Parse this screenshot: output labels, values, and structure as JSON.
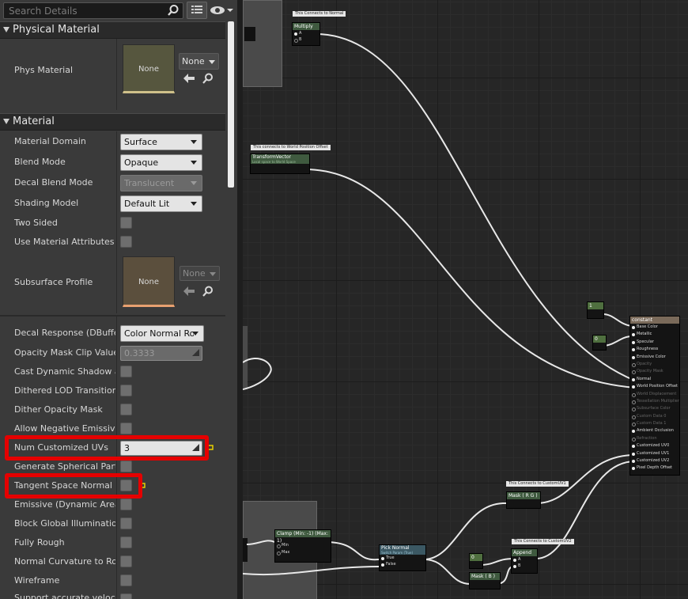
{
  "details": {
    "search_placeholder": "Search Details",
    "icons": {
      "search": "magnifier-icon",
      "list": "list-view-icon",
      "eye": "eye-visibility-icon"
    },
    "categories": {
      "physical_material": {
        "label": "Physical Material",
        "phys_material": {
          "label": "Phys Material",
          "thumb": "None",
          "combo": "None"
        }
      },
      "material": {
        "label": "Material",
        "rows": [
          {
            "label": "Material Domain",
            "value": "Surface"
          },
          {
            "label": "Blend Mode",
            "value": "Opaque"
          },
          {
            "label": "Decal Blend Mode",
            "value": "Translucent"
          },
          {
            "label": "Shading Model",
            "value": "Default Lit"
          },
          {
            "label": "Two Sided"
          },
          {
            "label": "Use Material Attributes"
          },
          {
            "label": "Subsurface Profile",
            "thumb": "None",
            "combo": "None"
          },
          {
            "label": "Decal Response (DBuffer)",
            "value": "Color Normal Rou"
          },
          {
            "label": "Opacity Mask Clip Value",
            "value": "0.3333"
          },
          {
            "label": "Cast Dynamic Shadow as"
          },
          {
            "label": "Dithered LOD Transition"
          },
          {
            "label": "Dither Opacity Mask"
          },
          {
            "label": "Allow Negative Emissive C"
          },
          {
            "label": "Num Customized UVs",
            "value": "3"
          },
          {
            "label": "Generate Spherical Partic"
          },
          {
            "label": "Tangent Space Normal"
          },
          {
            "label": "Emissive (Dynamic Area L"
          },
          {
            "label": "Block Global Illumination"
          },
          {
            "label": "Fully Rough"
          },
          {
            "label": "Normal Curvature to Roug"
          },
          {
            "label": "Wireframe"
          },
          {
            "label": "Support accurate velociti"
          }
        ]
      }
    }
  },
  "graph": {
    "comments": {
      "c1": "This Connects to Normal",
      "c2": "This connects to World Position Offset",
      "c3": "This Connects to CustomUV1",
      "c4": "This Connects to CustomUV2"
    },
    "nodes": {
      "multiply": {
        "title": "Multiply",
        "pins": [
          "A",
          "B"
        ]
      },
      "transform": {
        "title": "TransformVector",
        "sub": "Local space to World Space"
      },
      "const1": {
        "value": "1"
      },
      "const0": {
        "value": "0"
      },
      "const0b": {
        "value": "0"
      },
      "result": {
        "title": "constant",
        "pins": [
          "Base Color",
          "Metallic",
          "Specular",
          "Roughness",
          "Emissive Color",
          "Opacity",
          "Opacity Mask",
          "Normal",
          "World Position Offset",
          "World Displacement",
          "Tessellation Multiplier",
          "Subsurface Color",
          "Custom Data 0",
          "Custom Data 1",
          "Ambient Occlusion",
          "Refraction",
          "Customized UV0",
          "Customized UV1",
          "Customized UV2",
          "Pixel Depth Offset"
        ],
        "dim": [
          5,
          6,
          9,
          10,
          11,
          12,
          13,
          15
        ]
      },
      "clamp": {
        "title": "Clamp (Min: -1) (Max: 1)",
        "pins": [
          "Min",
          "Max"
        ]
      },
      "pick": {
        "title": "Pick Normal",
        "sub": "Switch Param (True)",
        "pins": [
          "True",
          "False"
        ]
      },
      "maskrg": {
        "title": "Mask ( R G )"
      },
      "append": {
        "title": "Append",
        "pins": [
          "A",
          "B"
        ]
      },
      "maskb": {
        "title": "Mask ( B )"
      }
    }
  }
}
